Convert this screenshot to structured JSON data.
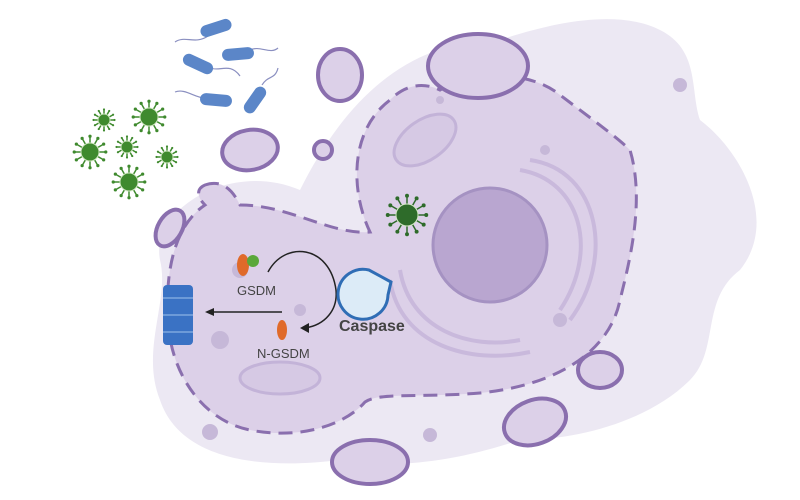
{
  "labels": {
    "gsdm": "GSDM",
    "n_gsdm": "N-GSDM",
    "caspase": "Caspase"
  },
  "colors": {
    "cell_fill": "#dcd0e8",
    "cell_outline": "#8a6fae",
    "background_blob": "#ece8f3",
    "nucleus": "#b9a6d0",
    "bacteria": "#5b86c8",
    "virus": "#3f8a2e",
    "gsdm": "#e06a2a",
    "caspase_fill": "#dcebf7",
    "caspase_stroke": "#2f6db5",
    "pore": "#3a72c4"
  }
}
